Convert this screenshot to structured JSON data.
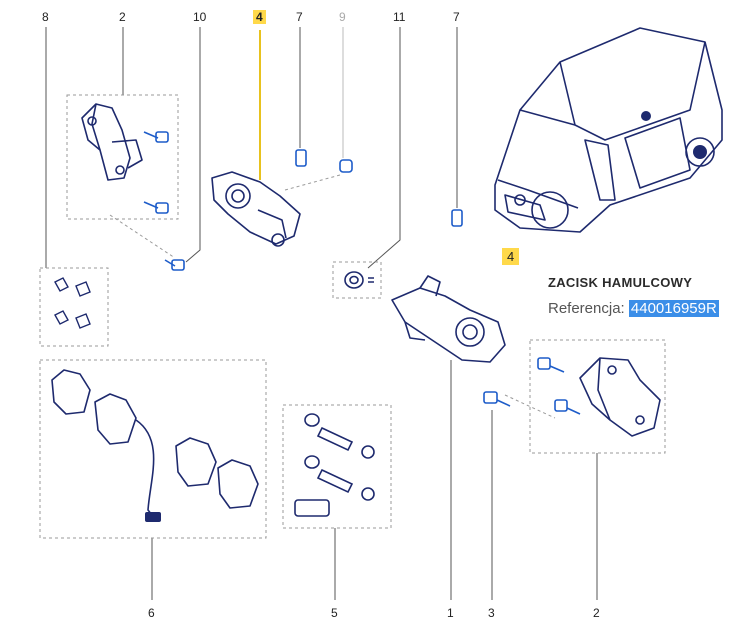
{
  "callouts": {
    "c8": "8",
    "c2_top": "2",
    "c10": "10",
    "c4": "4",
    "c7_left": "7",
    "c9": "9",
    "c11": "11",
    "c7_right": "7",
    "c6": "6",
    "c5": "5",
    "c1": "1",
    "c3": "3",
    "c2_bottom": "2"
  },
  "info": {
    "number": "4",
    "title": "ZACISK HAMULCOWY",
    "ref_label": "Referencja:",
    "ref_value": "440016959R"
  },
  "colors": {
    "line": "#1e2a6e",
    "accent_blue": "#1d5cc9",
    "highlight": "#ffd94a",
    "selection": "#3b8ee8"
  }
}
